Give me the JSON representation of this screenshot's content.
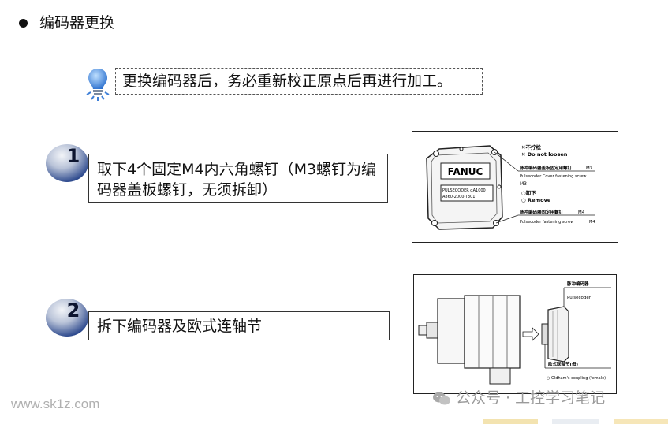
{
  "heading": "编码器更换",
  "tip": {
    "text": "更换编码器后，务必重新校正原点后再进行加工。",
    "icon": "lightbulb-icon"
  },
  "steps": [
    {
      "number": "1",
      "text": "取下4个固定M4内六角螺钉（M3螺钉为编码器盖板螺钉，无须拆卸）"
    },
    {
      "number": "2",
      "text": "拆下编码器及欧式连轴节"
    }
  ],
  "figure1": {
    "brand": "FANUC",
    "plate_line1": "PULSECODER αA1000",
    "plate_line2": "A860-2000-T301",
    "note_x_cn": "✕不拧松",
    "note_x_en": "✕ Do not loosen",
    "label_cover": "脉冲编码器盖板固定用螺钉",
    "label_cover_size": "M3",
    "label_cover_en": "Pulsecoder Cover fastening screw",
    "label_m3": "M3",
    "note_o_cn": "○卸下",
    "note_o_en": "○ Remove",
    "label_fix": "脉冲编码器固定用螺钉",
    "label_fix_size": "M4",
    "label_fix_en": "Pulsecoder fastening screw",
    "label_fix_en_size": "M4"
  },
  "figure2": {
    "label_encoder_cn": "脉冲编码器",
    "label_encoder_en": "Pulsecoder",
    "label_coupling_cn": "欧式联轴节(母)",
    "label_coupling_en": "○ Oldham's coupling (female)"
  },
  "watermarks": {
    "left": "www.sk1z.com",
    "right": "公众号 · 工控学习笔记"
  },
  "colors": {
    "ball_light": "#e8ecf4",
    "ball_dark": "#1f3d86",
    "bulb": "#3d7fd8"
  }
}
